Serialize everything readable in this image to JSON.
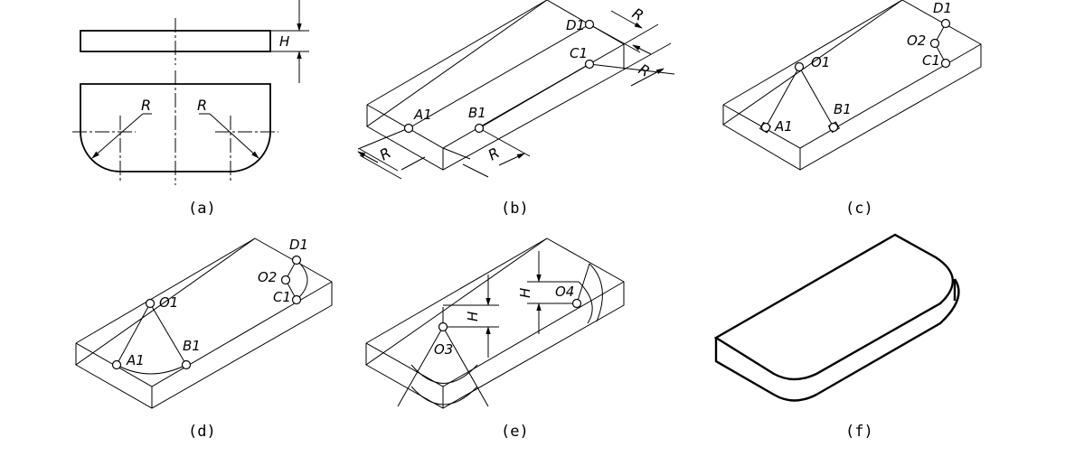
{
  "panels": [
    {
      "caption": "(a)",
      "labels": {
        "r_left": "R",
        "r_right": "R",
        "h": "H"
      }
    },
    {
      "caption": "(b)",
      "labels": {
        "a1": "A1",
        "b1": "B1",
        "c1": "C1",
        "d1": "D1",
        "r": "R"
      }
    },
    {
      "caption": "(c)",
      "labels": {
        "o1": "O1",
        "o2": "O2",
        "a1": "A1",
        "b1": "B1",
        "c1": "C1",
        "d1": "D1"
      }
    },
    {
      "caption": "(d)",
      "labels": {
        "o1": "O1",
        "o2": "O2",
        "a1": "A1",
        "b1": "B1",
        "c1": "C1",
        "d1": "D1"
      }
    },
    {
      "caption": "(e)",
      "labels": {
        "h": "H",
        "o3": "O3",
        "o4": "O4"
      }
    },
    {
      "caption": "(f)"
    }
  ]
}
